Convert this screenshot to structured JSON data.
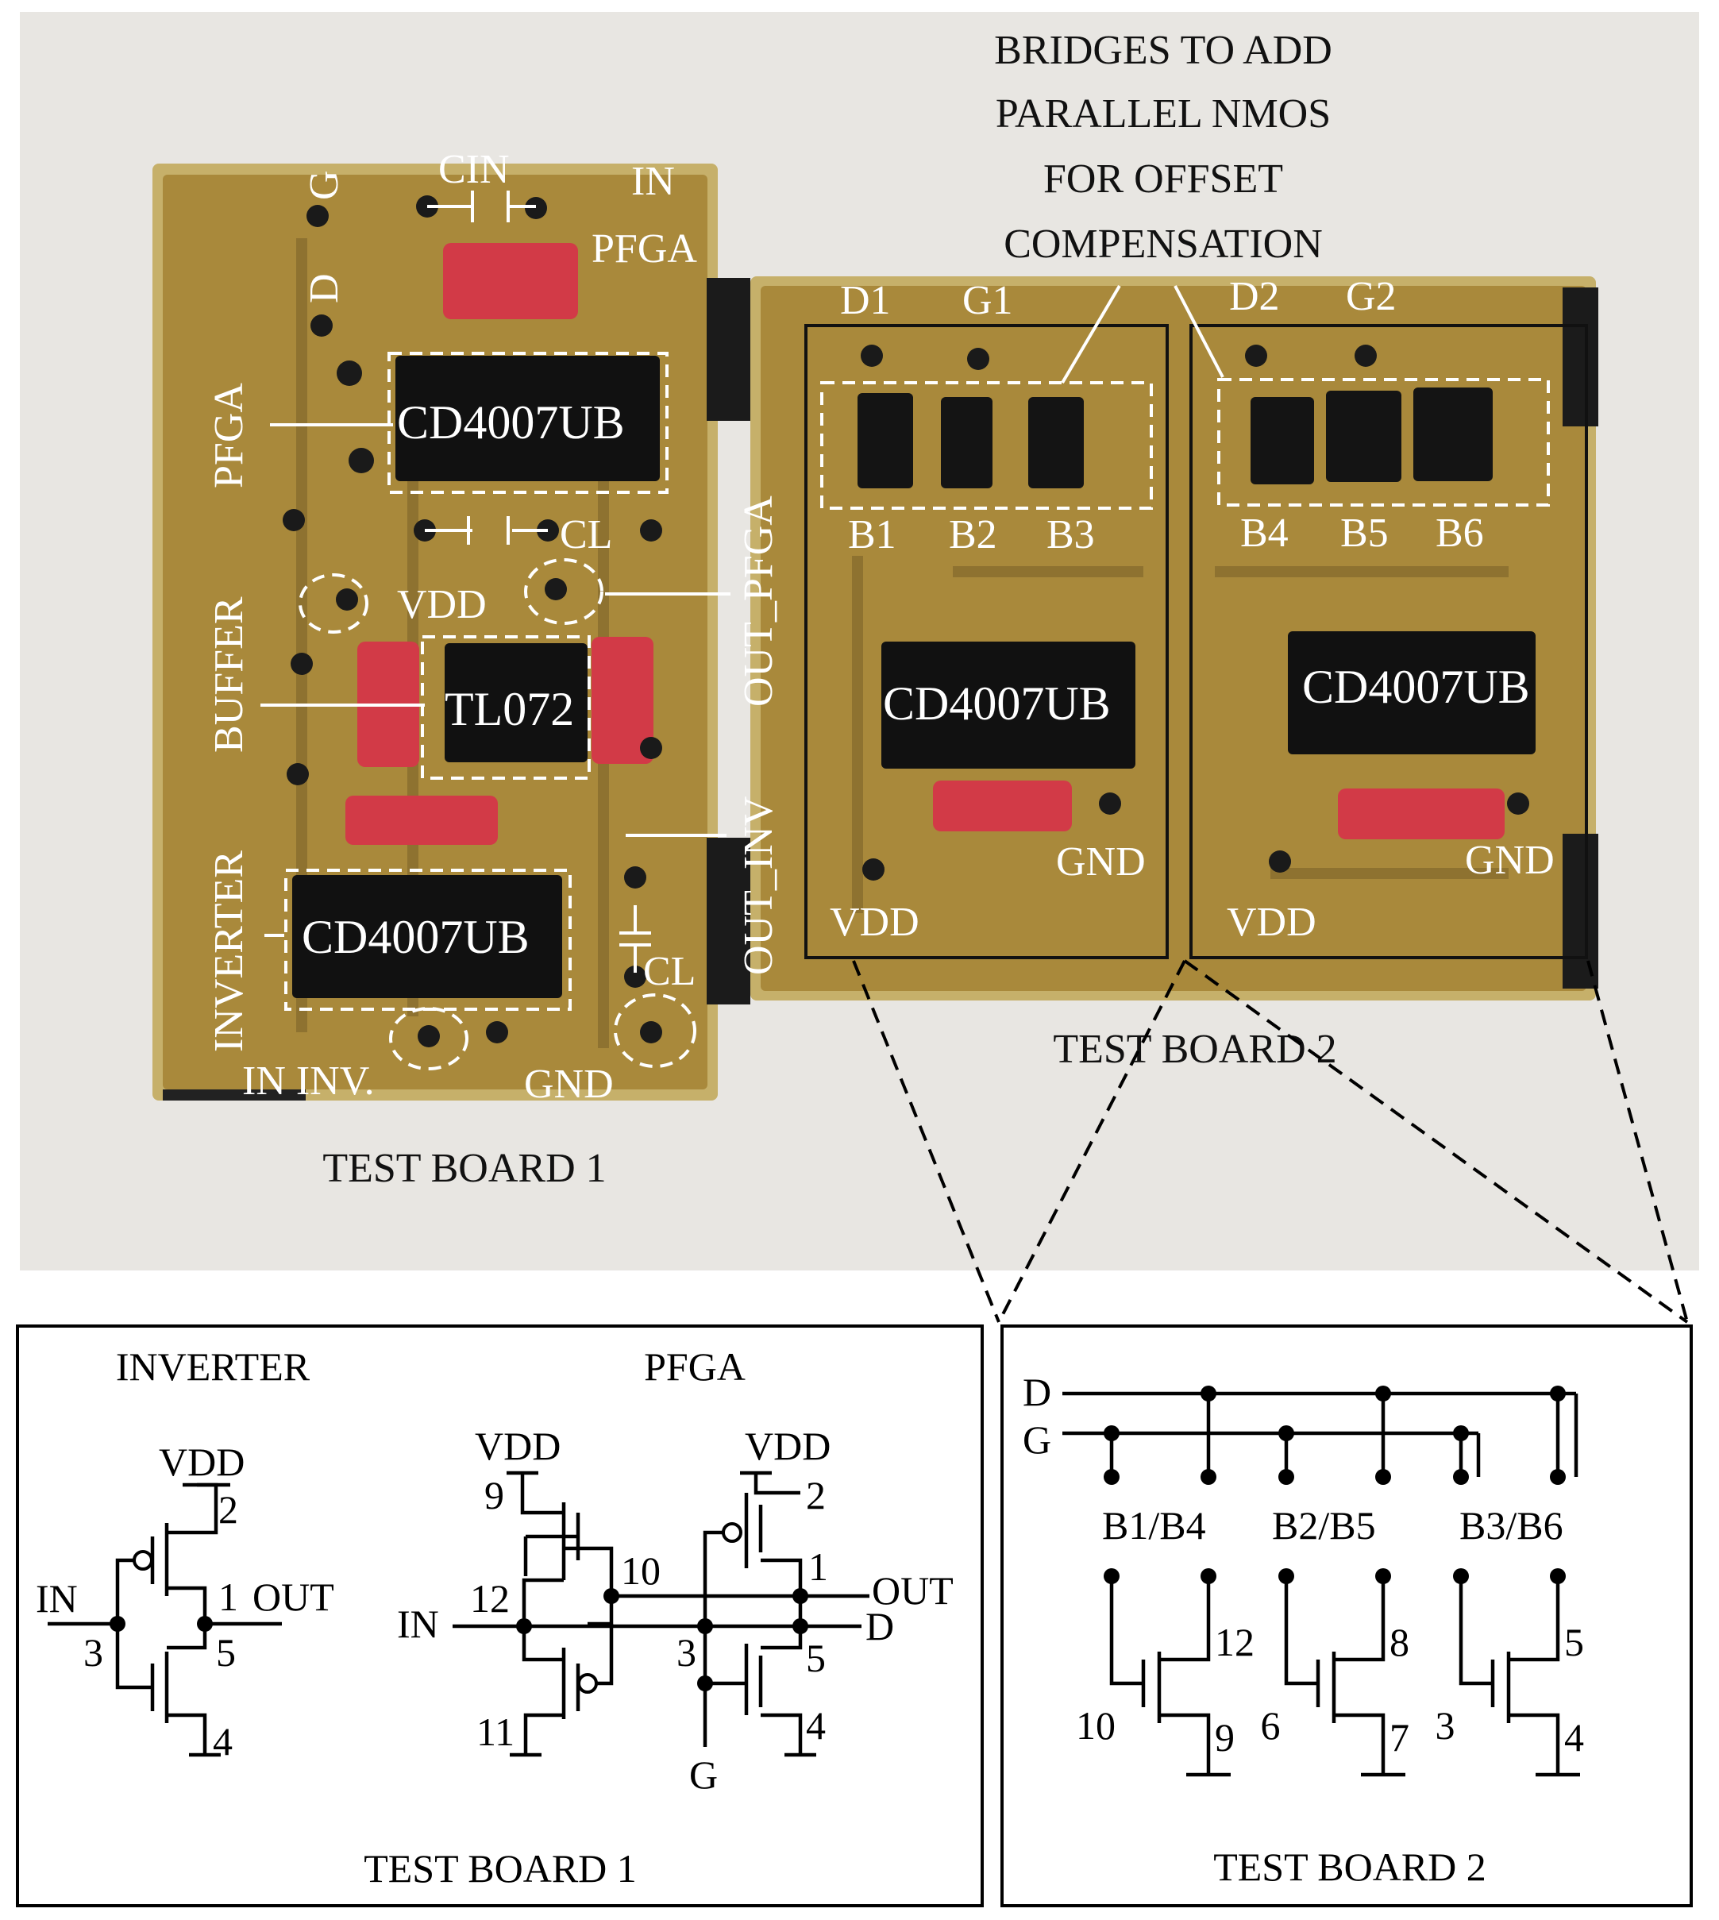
{
  "photo": {
    "board1": {
      "caption": "TEST BOARD 1",
      "labels": {
        "d": "D",
        "g": "G",
        "cin": "CIN",
        "in_pfga_1": "IN",
        "in_pfga_2": "PFGA",
        "pfga": "PFGA",
        "buffer": "BUFFER",
        "inverter": "INVERTER",
        "cl_top": "CL",
        "vdd": "VDD",
        "out_pfga": "OUT_PFGA",
        "out_inv": "OUT_INV",
        "cl_bottom": "CL",
        "in_inv": "IN INV.",
        "gnd": "GND"
      },
      "chips": {
        "pfga": "CD4007UB",
        "buffer": "TL072",
        "inverter": "CD4007UB"
      }
    },
    "board2": {
      "caption": "TEST BOARD 2",
      "bridge_note": [
        "BRIDGES TO ADD",
        "PARALLEL NMOS",
        "FOR OFFSET",
        "COMPENSATION"
      ],
      "labels": {
        "d1": "D1",
        "g1": "G1",
        "d2": "D2",
        "g2": "G2",
        "b1": "B1",
        "b2": "B2",
        "b3": "B3",
        "b4": "B4",
        "b5": "B5",
        "b6": "B6",
        "gnd_left": "GND",
        "gnd_right": "GND",
        "vdd_left": "VDD",
        "vdd_right": "VDD"
      },
      "chips": {
        "left": "CD4007UB",
        "right": "CD4007UB"
      }
    }
  },
  "schematic1": {
    "caption": "TEST BOARD 1",
    "inverter": {
      "title": "INVERTER",
      "vdd": "VDD",
      "in": "IN",
      "out": "OUT",
      "pins": {
        "p2": "2",
        "p1": "1",
        "p3": "3",
        "p5": "5",
        "p4": "4"
      }
    },
    "pfga": {
      "title": "PFGA",
      "vdd_left": "VDD",
      "vdd_right": "VDD",
      "in": "IN",
      "out": "OUT",
      "d": "D",
      "g": "G",
      "pins": {
        "p9": "9",
        "p12": "12",
        "p10": "10",
        "p11": "11",
        "p2": "2",
        "p1": "1",
        "p3": "3",
        "p5": "5",
        "p4": "4"
      }
    }
  },
  "schematic2": {
    "caption": "TEST BOARD 2",
    "d": "D",
    "g": "G",
    "bridges": [
      "B1/B4",
      "B2/B5",
      "B3/B6"
    ],
    "nmos": [
      {
        "drain": "12",
        "gate": "10",
        "source": "9"
      },
      {
        "drain": "8",
        "gate": "6",
        "source": "7"
      },
      {
        "drain": "5",
        "gate": "3",
        "source": "4"
      }
    ]
  },
  "colors": {
    "pcb": "#a8893a",
    "pcb_edge": "#c8b26a",
    "chip": "#111111",
    "capacitor": "#d23a47",
    "background": "#e8e6e2"
  }
}
